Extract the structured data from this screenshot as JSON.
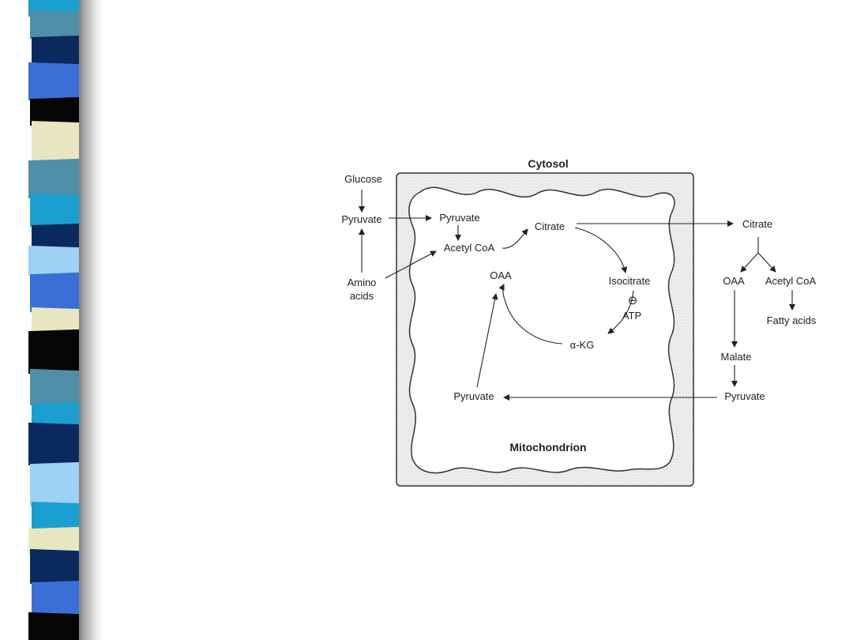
{
  "diagram": {
    "cytosol_title": "Cytosol",
    "mitochondrion_title": "Mitochondrion",
    "labels": {
      "glucose": "Glucose",
      "pyruvate_cyto": "Pyruvate",
      "amino_acids_1": "Amino",
      "amino_acids_2": "acids",
      "pyruvate_mito_top": "Pyruvate",
      "acetyl_coa_mito": "Acetyl CoA",
      "citrate_mito": "Citrate",
      "oaa_mito": "OAA",
      "isocitrate": "Isocitrate",
      "inhibition_sign": "⊖",
      "atp": "ATP",
      "alpha_kg": "α-KG",
      "pyruvate_mito_bottom": "Pyruvate",
      "citrate_cyto": "Citrate",
      "oaa_cyto": "OAA",
      "acetyl_coa_cyto": "Acetyl CoA",
      "fatty_acids": "Fatty acids",
      "malate": "Malate",
      "pyruvate_cyto_bottom": "Pyruvate"
    }
  },
  "colors": {
    "stripe_dark_navy": "#0a2a5e",
    "stripe_royal_blue": "#3a6fd8",
    "stripe_cyan": "#1aa0d0",
    "stripe_light_blue": "#9fd0f5",
    "stripe_cream": "#e8e6c0",
    "stripe_teal": "#4f8fa8",
    "stripe_black": "#050505"
  }
}
